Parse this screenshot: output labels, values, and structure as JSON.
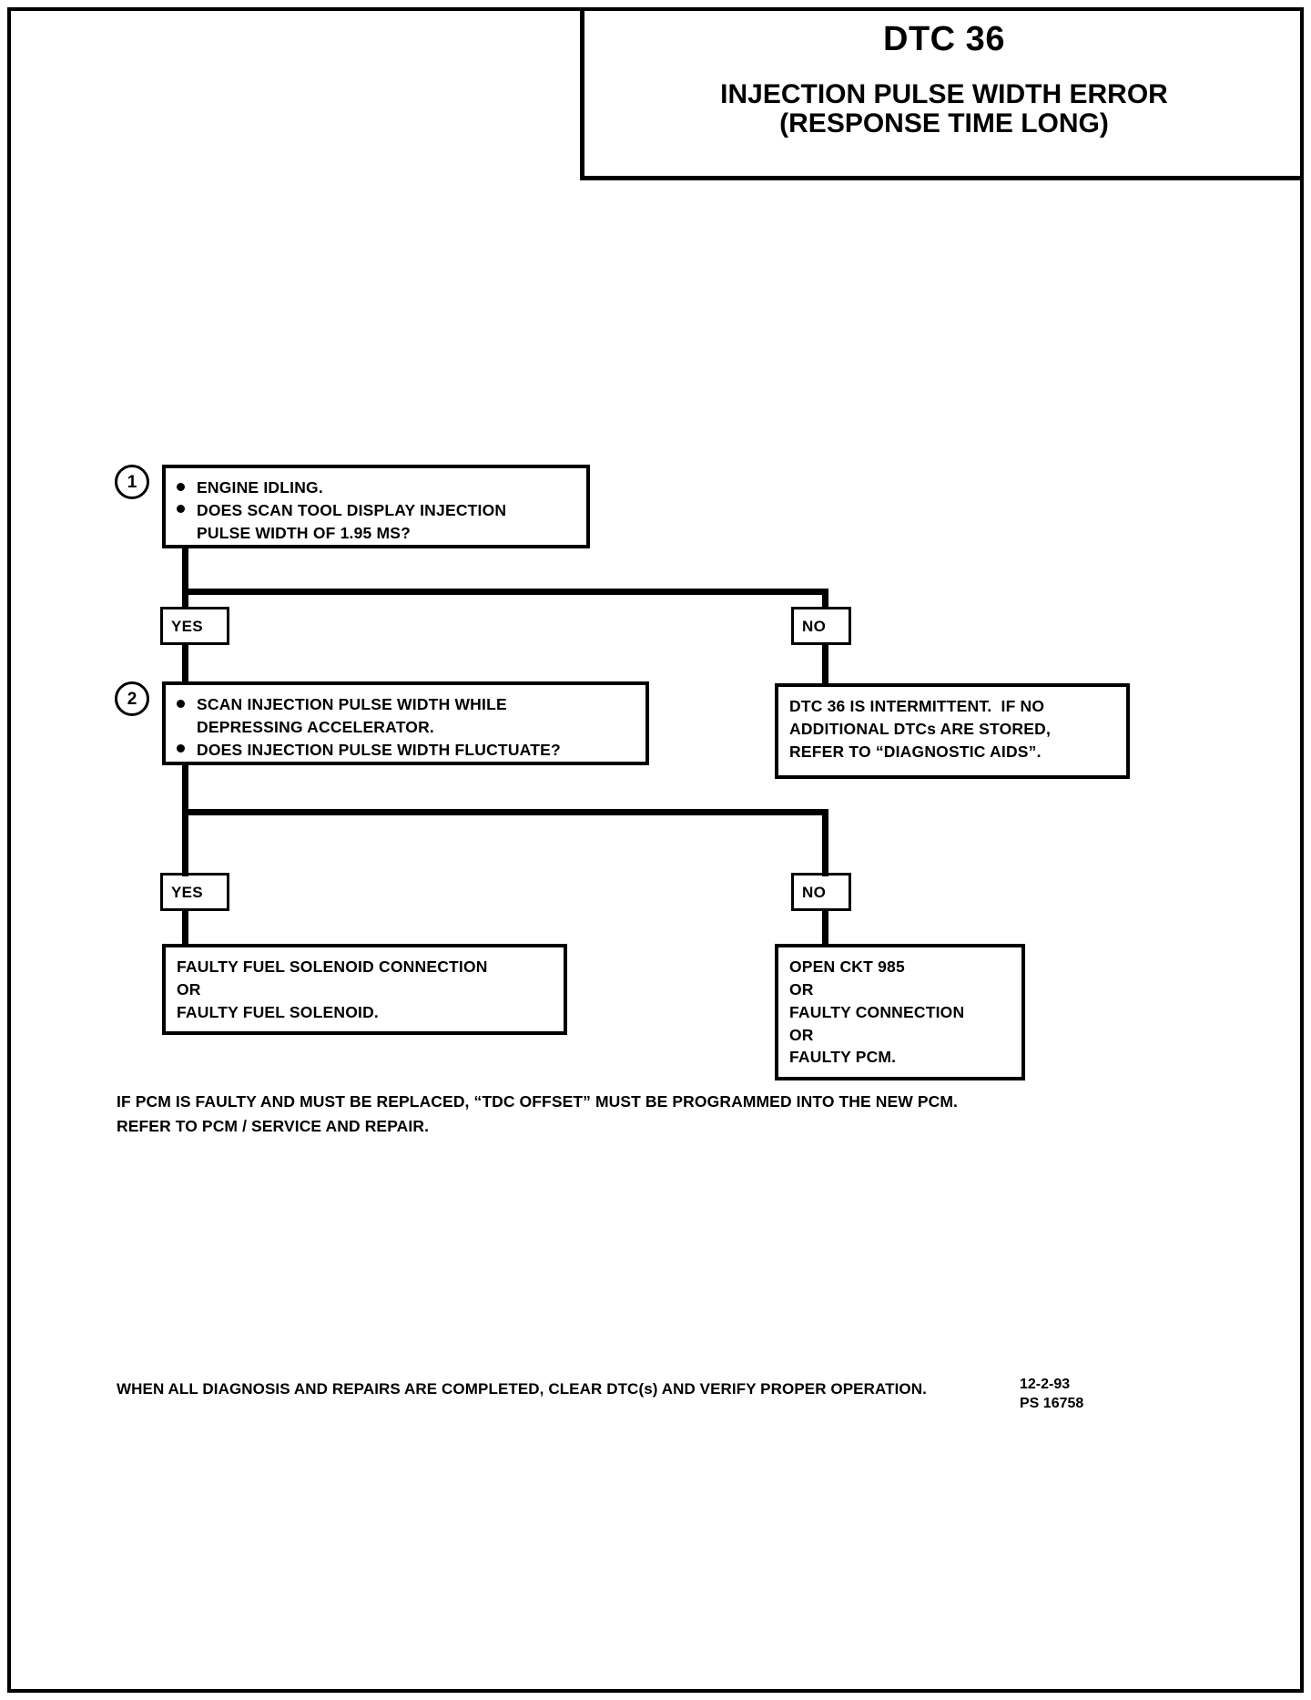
{
  "header": {
    "dtc_code": "DTC 36",
    "title_line1": "INJECTION PULSE WIDTH ERROR",
    "title_line2": "(RESPONSE TIME LONG)"
  },
  "flow": {
    "step1": {
      "number": "1",
      "bullets": [
        "ENGINE IDLING.",
        "DOES SCAN TOOL DISPLAY INJECTION\nPULSE WIDTH OF 1.95 MS?"
      ],
      "line_a": "ENGINE IDLING.",
      "line_b": "DOES SCAN TOOL DISPLAY INJECTION",
      "line_c": "PULSE WIDTH OF 1.95 MS?"
    },
    "step1_yes_label": "YES",
    "step1_no_label": "NO",
    "step2": {
      "number": "2",
      "line_a": "SCAN INJECTION PULSE WIDTH WHILE",
      "line_b": "DEPRESSING ACCELERATOR.",
      "line_c": "DOES INJECTION PULSE WIDTH FLUCTUATE?"
    },
    "step2_yes_label": "YES",
    "step2_no_label": "NO",
    "intermittent_box": {
      "line_a": "DTC 36 IS INTERMITTENT.  IF NO",
      "line_b": "ADDITIONAL DTCs ARE STORED,",
      "line_c": "REFER TO “DIAGNOSTIC AIDS”."
    },
    "result_yes_box": {
      "line_a": "FAULTY FUEL SOLENOID CONNECTION",
      "line_b": "OR",
      "line_c": "FAULTY FUEL SOLENOID."
    },
    "result_no_box": {
      "line_a": "OPEN CKT 985",
      "line_b": "OR",
      "line_c": "FAULTY CONNECTION",
      "line_d": "OR",
      "line_e": "FAULTY PCM."
    }
  },
  "notes": {
    "line_a": "IF PCM IS FAULTY AND MUST BE REPLACED, “TDC OFFSET” MUST BE PROGRAMMED INTO THE NEW PCM.",
    "line_b": "REFER TO  PCM / SERVICE AND REPAIR."
  },
  "footer": {
    "text": "WHEN ALL DIAGNOSIS AND REPAIRS ARE COMPLETED, CLEAR DTC(s) AND VERIFY PROPER OPERATION.",
    "date": "12-2-93",
    "doc_id": "PS 16758"
  },
  "colors": {
    "ink": "#000000",
    "paper": "#ffffff"
  }
}
